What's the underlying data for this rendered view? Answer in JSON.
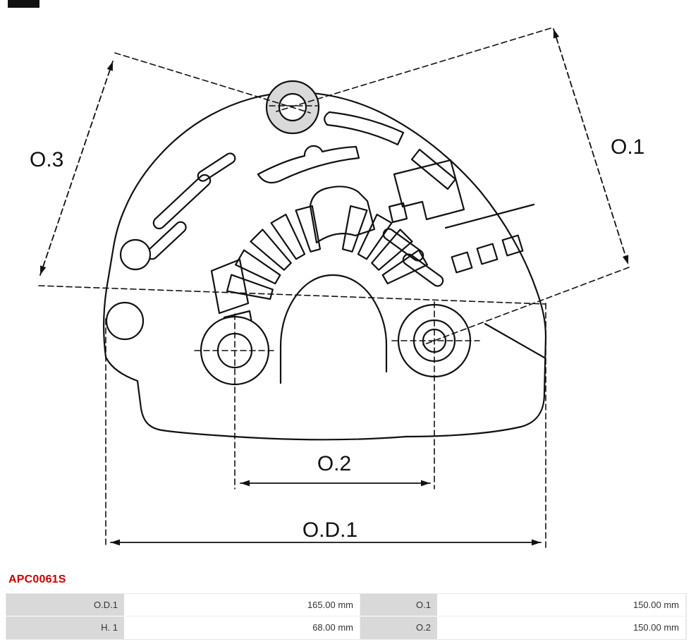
{
  "part": {
    "number": "APC0061S"
  },
  "drawing": {
    "type": "alternator protective cap technical drawing",
    "dimension_labels": {
      "o3": "O.3",
      "o1": "O.1",
      "o2": "O.2",
      "od1": "O.D.1"
    }
  },
  "spec_table": {
    "rows": [
      {
        "cells": [
          {
            "label": "O.D.1",
            "value": "165.00 mm"
          },
          {
            "label": "O.1",
            "value": "150.00 mm"
          }
        ]
      },
      {
        "cells": [
          {
            "label": "H. 1",
            "value": "68.00 mm"
          },
          {
            "label": "O.2",
            "value": "150.00 mm"
          }
        ]
      }
    ]
  },
  "colors": {
    "accent_red": "#cc0000",
    "line": "#111111",
    "boss_fill": "#d9d9d9",
    "table_label_bg": "#d9d9d9"
  }
}
